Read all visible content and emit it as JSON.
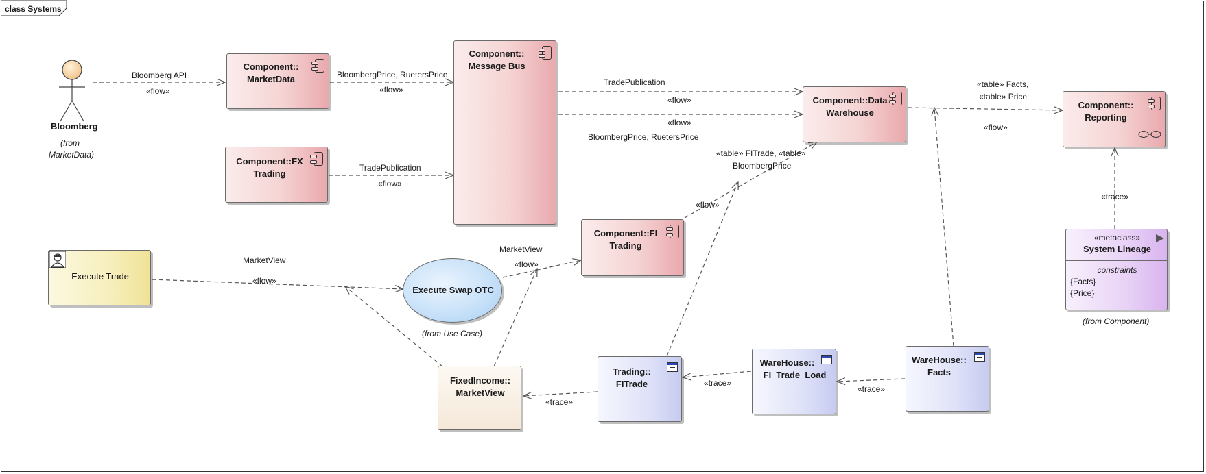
{
  "frame": {
    "title": "class Systems"
  },
  "actor": {
    "name": "Bloomberg",
    "from_line1": "(from",
    "from_line2": "MarketData)"
  },
  "nodes": {
    "market_data": {
      "line1": "Component::",
      "line2": "MarketData"
    },
    "fx_trading": {
      "line1": "Component::FX",
      "line2": "Trading"
    },
    "message_bus": {
      "line1": "Component::",
      "line2": "Message Bus"
    },
    "data_warehouse": {
      "line1": "Component::Data",
      "line2": "Warehouse"
    },
    "reporting": {
      "line1": "Component::",
      "line2": "Reporting"
    },
    "fi_trading": {
      "line1": "Component::FI",
      "line2": "Trading"
    },
    "execute_trade": {
      "label": "Execute Trade"
    },
    "execute_swap": {
      "label": "Execute Swap OTC",
      "from": "(from Use Case)"
    },
    "fixed_income": {
      "line1": "FixedIncome::",
      "line2": "MarketView"
    },
    "trading_fitrade": {
      "line1": "Trading::",
      "line2": "FITrade"
    },
    "wh_fi_trade_load": {
      "line1": "WareHouse::",
      "line2": "FI_Trade_Load"
    },
    "wh_facts": {
      "line1": "WareHouse::",
      "line2": "Facts"
    },
    "system_lineage": {
      "stereotype": "«metaclass»",
      "name": "System Lineage",
      "section": "constraints",
      "items": [
        "{Facts}",
        "{Price}"
      ],
      "from": "(from Component)"
    }
  },
  "labels": {
    "bloomberg_api": "Bloomberg API",
    "flow": "«flow»",
    "trace": "«trace»",
    "bbg_rueters_price": "BloombergPrice, RuetersPrice",
    "trade_publication": "TradePublication",
    "table_facts": "«table» Facts,",
    "table_price": "«table» Price",
    "table_fitrade": "«table» FITrade, «table»",
    "bloomberg_price": "BloombergPrice",
    "market_view": "MarketView"
  },
  "colors": {
    "component": "#f2c8ca",
    "use_case_actor": "#f5eeb4",
    "use_case": "#bcdcf7",
    "table": "#dadcf6",
    "fixed_income": "#f5e8d8",
    "metaclass": "#e3c9f3"
  }
}
